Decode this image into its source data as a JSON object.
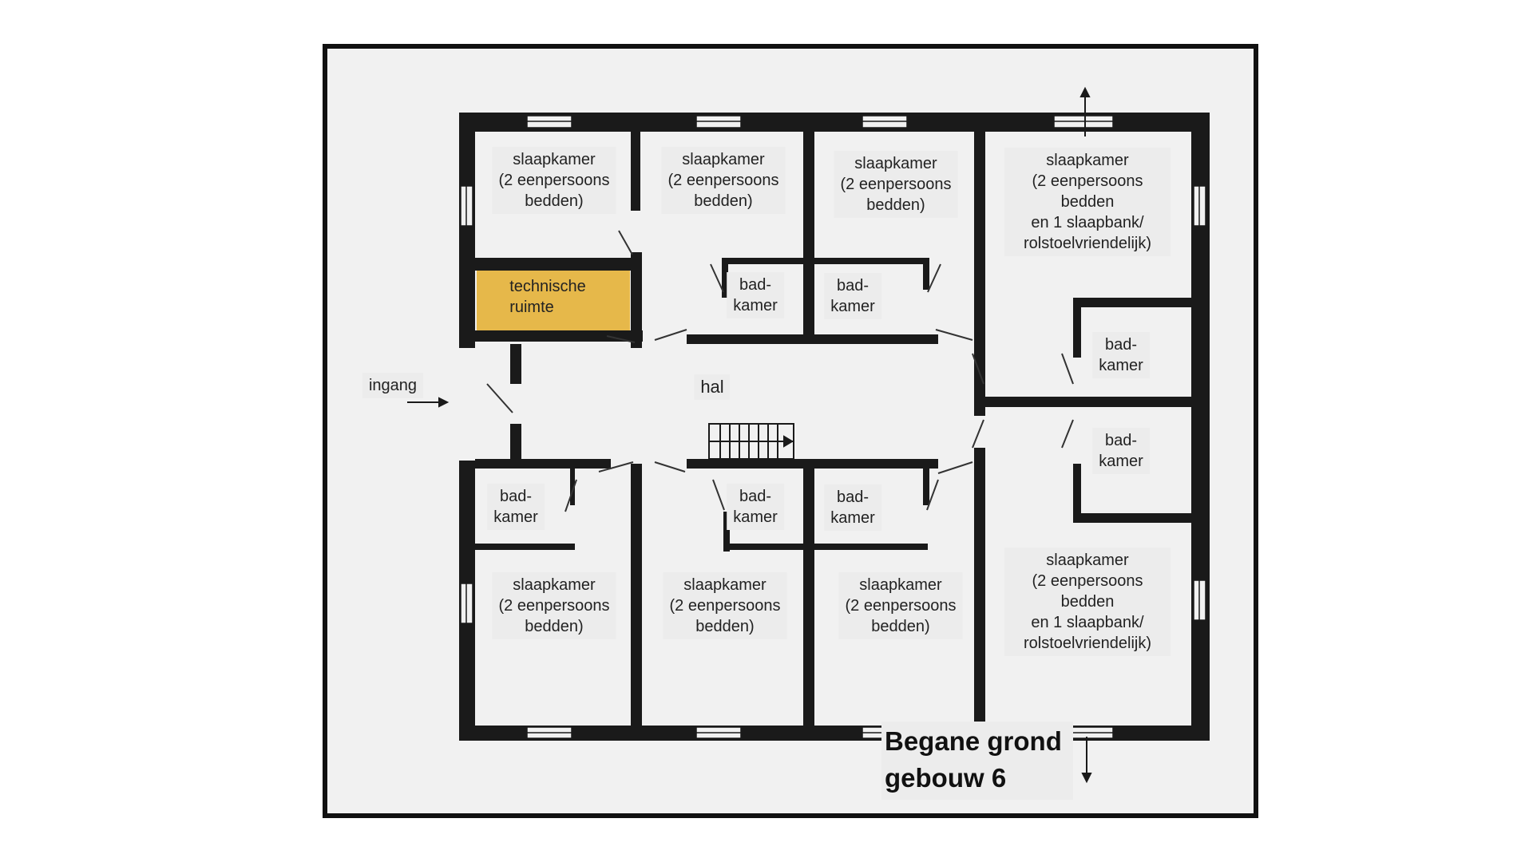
{
  "title": {
    "line1": "Begane grond",
    "line2": "gebouw 6"
  },
  "labels": {
    "hal": "hal",
    "ingang": "ingang",
    "technische_ruimte": "technische\nruimte"
  },
  "rooms": [
    {
      "name": "slaapkamer-top-1",
      "text": "slaapkamer\n(2 eenpersoons\nbedden)"
    },
    {
      "name": "slaapkamer-top-2",
      "text": "slaapkamer\n(2 eenpersoons\nbedden)"
    },
    {
      "name": "slaapkamer-top-3",
      "text": "slaapkamer\n(2 eenpersoons\nbedden)"
    },
    {
      "name": "slaapkamer-top-4",
      "text": "slaapkamer\n(2 eenpersoons bedden\nen 1 slaapbank/\nrolstoelvriendelijk)"
    },
    {
      "name": "badkamer-top-1",
      "text": "bad-\nkamer"
    },
    {
      "name": "badkamer-top-2",
      "text": "bad-\nkamer"
    },
    {
      "name": "badkamer-right-1",
      "text": "bad-\nkamer"
    },
    {
      "name": "badkamer-right-2",
      "text": "bad-\nkamer"
    },
    {
      "name": "badkamer-bottom-1",
      "text": "bad-\nkamer"
    },
    {
      "name": "badkamer-bottom-2",
      "text": "bad-\nkamer"
    },
    {
      "name": "badkamer-bottom-3",
      "text": "bad-\nkamer"
    },
    {
      "name": "slaapkamer-bottom-1",
      "text": "slaapkamer\n(2 eenpersoons\nbedden)"
    },
    {
      "name": "slaapkamer-bottom-2",
      "text": "slaapkamer\n(2 eenpersoons\nbedden)"
    },
    {
      "name": "slaapkamer-bottom-3",
      "text": "slaapkamer\n(2 eenpersoons\nbedden)"
    },
    {
      "name": "slaapkamer-bottom-4",
      "text": "slaapkamer\n(2 eenpersoons bedden\nen 1 slaapbank/\nrolstoelvriendelijk)"
    }
  ],
  "colors": {
    "wall": "#1a1a1a",
    "technische_ruimte": "#e6b84a",
    "background": "#f1f1f1"
  }
}
